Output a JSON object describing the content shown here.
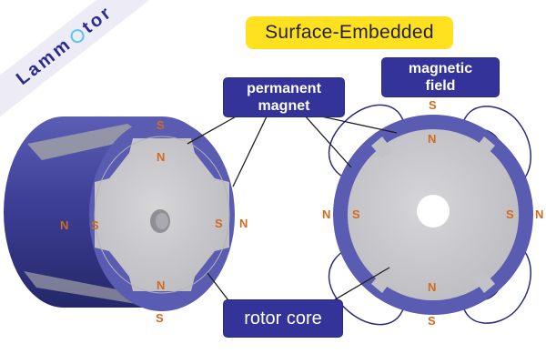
{
  "title": "Surface-Embedded",
  "watermark": {
    "left": "Lamm",
    "right": "tor"
  },
  "callouts": {
    "permanent_magnet": [
      "permanent",
      "magnet"
    ],
    "magnetic_field": [
      "magnetic",
      "field"
    ],
    "rotor_core": "rotor core"
  },
  "poles": {
    "left_top_outer": "S",
    "left_top_inner": "N",
    "left_left_outer": "N",
    "left_left_inner": "S",
    "left_right_inner": "S",
    "left_right_outer": "N",
    "left_bottom_inner": "N",
    "left_bottom_outer": "S",
    "right_top_outer": "S",
    "right_top_inner": "N",
    "right_left_outer": "N",
    "right_left_inner": "S",
    "right_right_inner": "S",
    "right_right_outer": "N",
    "right_bottom_inner": "N",
    "right_bottom_outer": "S"
  },
  "colors": {
    "title_bg": "#ffe11f",
    "callout_bg": "#333399",
    "rotor_body": "#3d3f97",
    "magnet": "#5a5cb2",
    "core": "#c9c9cc",
    "pole_label": "#d36a1e",
    "field_line": "#2a2c7a"
  }
}
